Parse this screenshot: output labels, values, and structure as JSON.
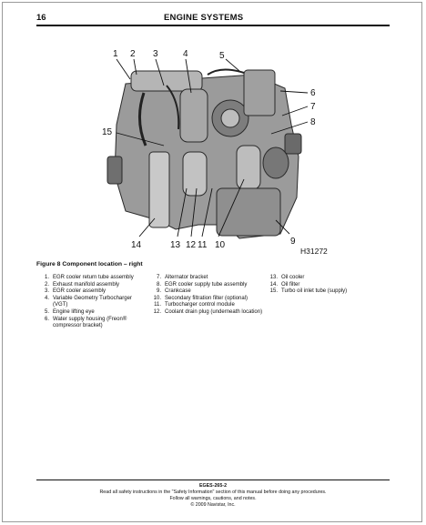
{
  "header": {
    "page_number": "16",
    "section_title": "ENGINE SYSTEMS"
  },
  "figure": {
    "callouts": [
      "1",
      "2",
      "3",
      "4",
      "5",
      "6",
      "7",
      "8",
      "9",
      "10",
      "11",
      "12",
      "13",
      "14",
      "15"
    ],
    "image_id": "H31272",
    "caption": "Figure 8    Component location – right"
  },
  "legend": {
    "col1": [
      {
        "n": "1.",
        "t": "EGR cooler return tube assembly"
      },
      {
        "n": "2.",
        "t": "Exhaust manifold assembly"
      },
      {
        "n": "3.",
        "t": "EGR cooler assembly"
      },
      {
        "n": "4.",
        "t": "Variable Geometry Turbocharger (VGT)"
      },
      {
        "n": "5.",
        "t": "Engine lifting eye"
      },
      {
        "n": "6.",
        "t": "Water supply housing (Freon® compressor bracket)"
      }
    ],
    "col2": [
      {
        "n": "7.",
        "t": "Alternator bracket"
      },
      {
        "n": "8.",
        "t": "EGR cooler supply tube assembly"
      },
      {
        "n": "9.",
        "t": "Crankcase"
      },
      {
        "n": "10.",
        "t": "Secondary filtration filter (optional)"
      },
      {
        "n": "11.",
        "t": "Turbocharger control module"
      },
      {
        "n": "12.",
        "t": "Coolant drain plug (underneath location)"
      }
    ],
    "col3": [
      {
        "n": "13.",
        "t": "Oil cooler"
      },
      {
        "n": "14.",
        "t": "Oil filter"
      },
      {
        "n": "15.",
        "t": "Turbo oil inlet tube (supply)"
      }
    ]
  },
  "footer": {
    "doc_id": "EGES-265-2",
    "line1": "Read all safety instructions in the \"Safety Information\" section of this manual before doing any procedures.",
    "line2": "Follow all warnings, cautions, and notes.",
    "line3": "© 2009 Navistar, Inc."
  }
}
